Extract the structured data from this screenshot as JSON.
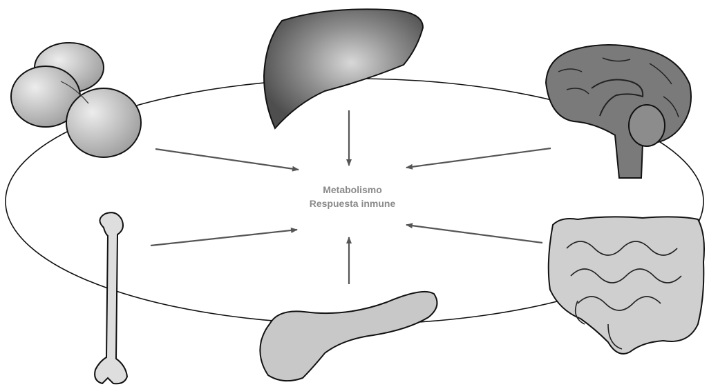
{
  "center_text": {
    "line1": "Metabolismo",
    "line2": "Respuesta inmune"
  },
  "organs": [
    {
      "name": "adipose-tissue",
      "icon": "fat-cells-icon"
    },
    {
      "name": "liver",
      "icon": "liver-icon"
    },
    {
      "name": "brain",
      "icon": "brain-icon"
    },
    {
      "name": "bone",
      "icon": "femur-bone-icon"
    },
    {
      "name": "pancreas",
      "icon": "pancreas-icon"
    },
    {
      "name": "intestine",
      "icon": "intestine-icon"
    }
  ],
  "colors": {
    "outline": "#111111",
    "arrow": "#555555",
    "liver": "#6e6e6e",
    "brain": "#7a7a7a",
    "fat": "#b9b9b9",
    "bone": "#d9d9d9",
    "pancreas": "#c8c8c8",
    "intestine": "#cfcfcf",
    "label": "#8a8a8a"
  }
}
